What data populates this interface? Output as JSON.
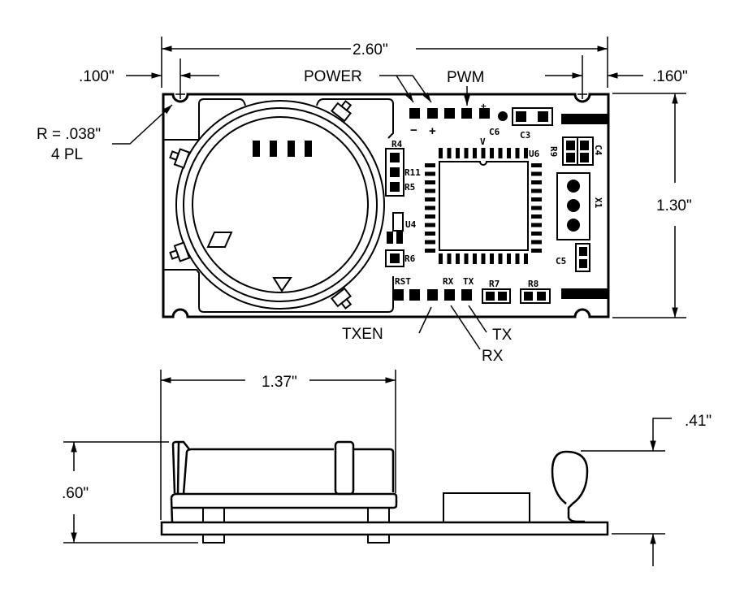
{
  "drawing": {
    "colors": {
      "ink": "#000000",
      "paper": "#ffffff"
    },
    "top_view": {
      "dimensions": {
        "overall_width": "2.60\"",
        "left_hole_offset": ".100\"",
        "right_hole_offset": ".160\"",
        "overall_height": "1.30\"",
        "hole_radius": "R = .038\"",
        "hole_count": "4 PL"
      },
      "callouts": {
        "power": "POWER",
        "pwm": "PWM",
        "txen": "TXEN",
        "tx": "TX",
        "rx": "RX"
      },
      "silkscreen": {
        "minus": "−",
        "plus": "+",
        "plus_c6": "+",
        "c6": "C6",
        "c3": "C3",
        "v": "V",
        "u6": "U6",
        "r9": "R9",
        "c4": "C4",
        "x1": "X1",
        "c5": "C5",
        "r4": "R4",
        "r11": "R11",
        "r5": "R5",
        "u4": "U4",
        "r6": "R6",
        "rst": "RST",
        "rx": "RX",
        "tx": "TX",
        "r7": "R7",
        "r8": "R8"
      }
    },
    "side_view": {
      "dimensions": {
        "sensor_width": "1.37\"",
        "sensor_height": ".60\"",
        "antenna_height": ".41\""
      }
    }
  }
}
